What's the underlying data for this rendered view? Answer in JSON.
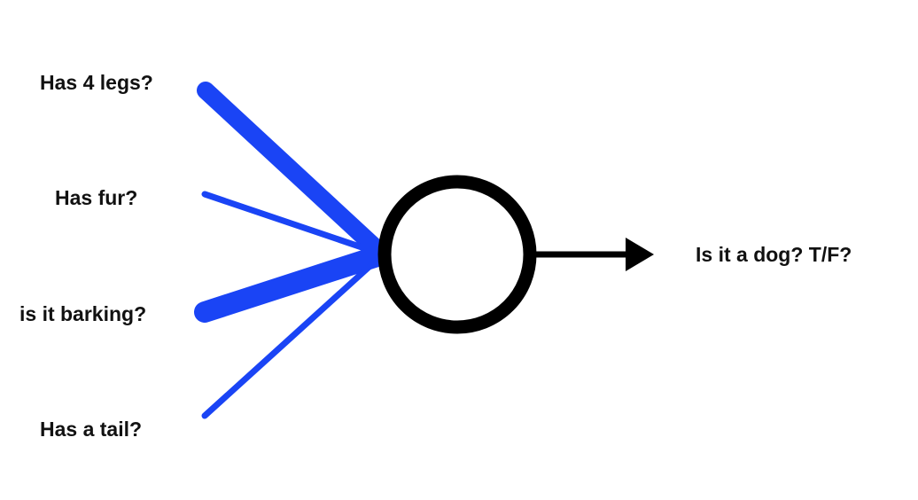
{
  "inputs": [
    {
      "label": "Has 4 legs?",
      "weight": "heavy"
    },
    {
      "label": "Has fur?",
      "weight": "light"
    },
    {
      "label": "is it barking?",
      "weight": "heavy"
    },
    {
      "label": "Has a tail?",
      "weight": "light"
    }
  ],
  "output": {
    "label": "Is it a dog? T/F?"
  },
  "colors": {
    "edge": "#1a44f5",
    "node": "#000000",
    "text": "#111111"
  }
}
